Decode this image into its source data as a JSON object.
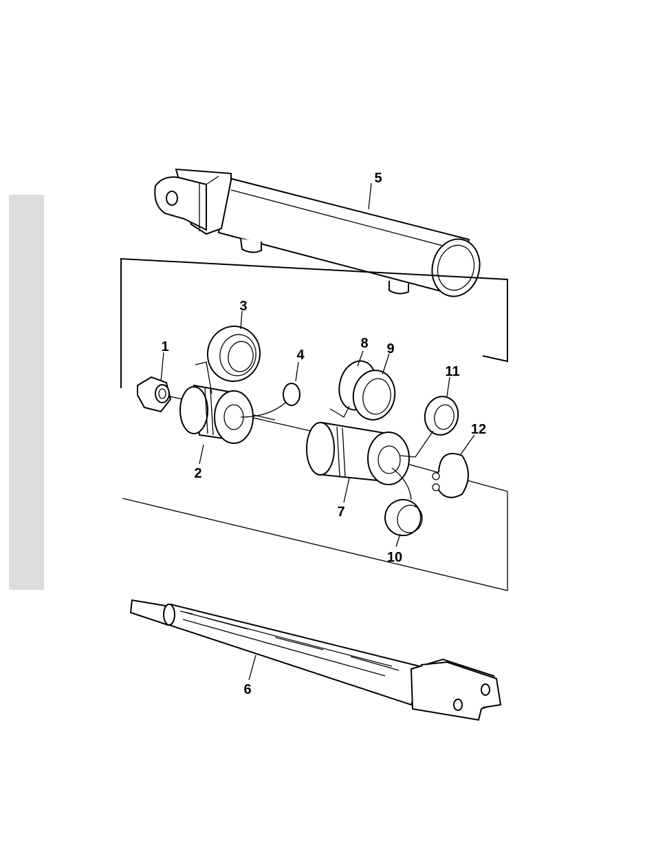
{
  "figure": {
    "type": "exploded-parts-diagram",
    "callouts": [
      {
        "id": "callout-1",
        "label": "1"
      },
      {
        "id": "callout-2",
        "label": "2"
      },
      {
        "id": "callout-3",
        "label": "3"
      },
      {
        "id": "callout-4",
        "label": "4"
      },
      {
        "id": "callout-5",
        "label": "5"
      },
      {
        "id": "callout-6",
        "label": "6"
      },
      {
        "id": "callout-7",
        "label": "7"
      },
      {
        "id": "callout-8",
        "label": "8"
      },
      {
        "id": "callout-9",
        "label": "9"
      },
      {
        "id": "callout-10",
        "label": "10"
      },
      {
        "id": "callout-11",
        "label": "11"
      },
      {
        "id": "callout-12",
        "label": "12"
      }
    ]
  },
  "colors": {
    "line": "#000000",
    "side_tab": "#dcdcdc",
    "background": "#ffffff"
  }
}
